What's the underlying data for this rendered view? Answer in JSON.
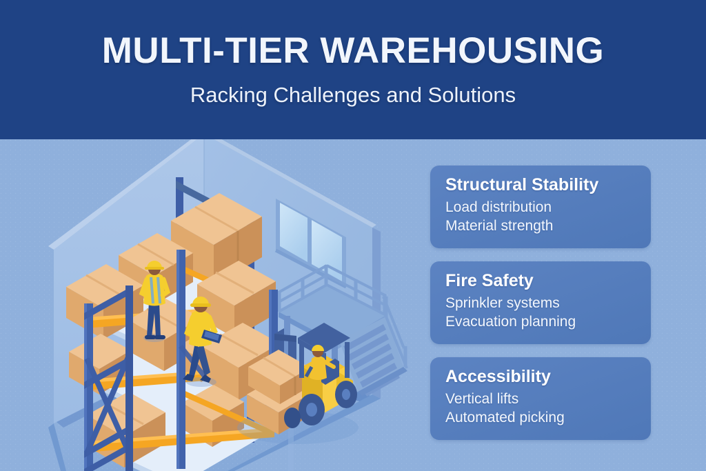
{
  "header": {
    "title": "MULTI-TIER WAREHOUSING",
    "subtitle": "Racking Challenges and Solutions",
    "background_color": "#1F4385",
    "text_color": "#F2F6FC"
  },
  "scene": {
    "name": "isometric-warehouse-illustration",
    "background_color": "#8FB0DC",
    "description": "Isometric cutaway warehouse interior with multi-tier pallet racking, boxes, workers, a forklift, a mezzanine platform and stairs",
    "palette": {
      "wall_left": "#A7C3E6",
      "wall_right": "#9FBCE2",
      "floor": "#8FB2DE",
      "floor_edge": "#5C86C4",
      "rack_upright": "#3F5FA8",
      "rack_beam": "#F5A623",
      "shelf_deck": "#DCE8F7",
      "box_top": "#F0C493",
      "box_left": "#E0A96D",
      "box_right": "#C98F56",
      "forklift_body": "#F2C230",
      "forklift_frame": "#3F5FA8",
      "worker_shirt": "#F5CE2E",
      "worker_pants": "#2B4B8C",
      "window_glass": "#BFDCF2",
      "mezzanine": "#7A9FD4"
    },
    "elements": [
      {
        "name": "pallet-racking",
        "tiers": 3,
        "label": "multi-tier pallet rack"
      },
      {
        "name": "cardboard-boxes",
        "label": "palletized cardboard boxes"
      },
      {
        "name": "worker-on-shelf",
        "label": "worker on upper tier"
      },
      {
        "name": "worker-walking",
        "label": "worker with clipboard"
      },
      {
        "name": "forklift",
        "label": "counterbalance forklift with load"
      },
      {
        "name": "mezzanine-platform",
        "label": "elevated mezzanine with railing"
      },
      {
        "name": "stairs",
        "label": "access staircase"
      },
      {
        "name": "wall-window",
        "label": "two-pane window"
      }
    ]
  },
  "cards": [
    {
      "title": "Structural Stability",
      "lines": [
        "Load distribution",
        "Material strength"
      ]
    },
    {
      "title": "Fire Safety",
      "lines": [
        "Sprinkler systems",
        "Evacuation planning"
      ]
    },
    {
      "title": "Accessibility",
      "lines": [
        "Vertical lifts",
        "Automated picking"
      ]
    }
  ]
}
